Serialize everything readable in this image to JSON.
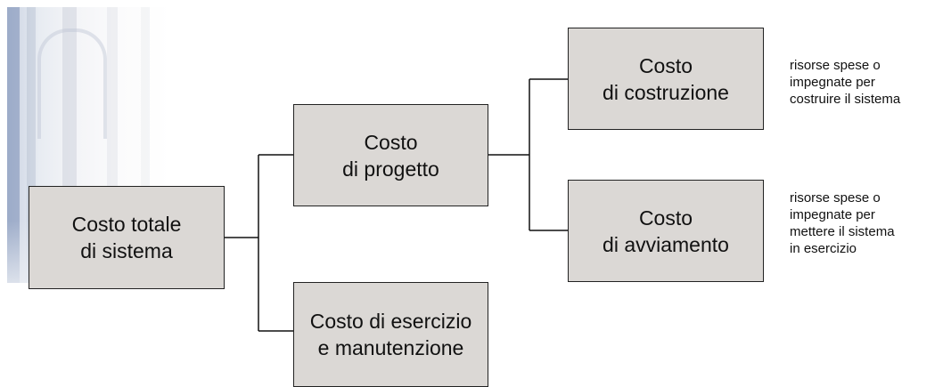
{
  "diagram": {
    "root": {
      "line1": "Costo totale",
      "line2": "di sistema"
    },
    "progetto": {
      "line1": "Costo",
      "line2": "di progetto"
    },
    "esercizio": {
      "line1": "Costo di esercizio",
      "line2": "e manutenzione"
    },
    "costruzione": {
      "line1": "Costo",
      "line2": "di costruzione"
    },
    "avviamento": {
      "line1": "Costo",
      "line2": "di avviamento"
    },
    "note_costruzione": [
      "risorse spese o",
      "impegnate per",
      "costruire il sistema"
    ],
    "note_avviamento": [
      "risorse spese o",
      "impegnate per",
      "mettere il sistema",
      "in esercizio"
    ]
  }
}
